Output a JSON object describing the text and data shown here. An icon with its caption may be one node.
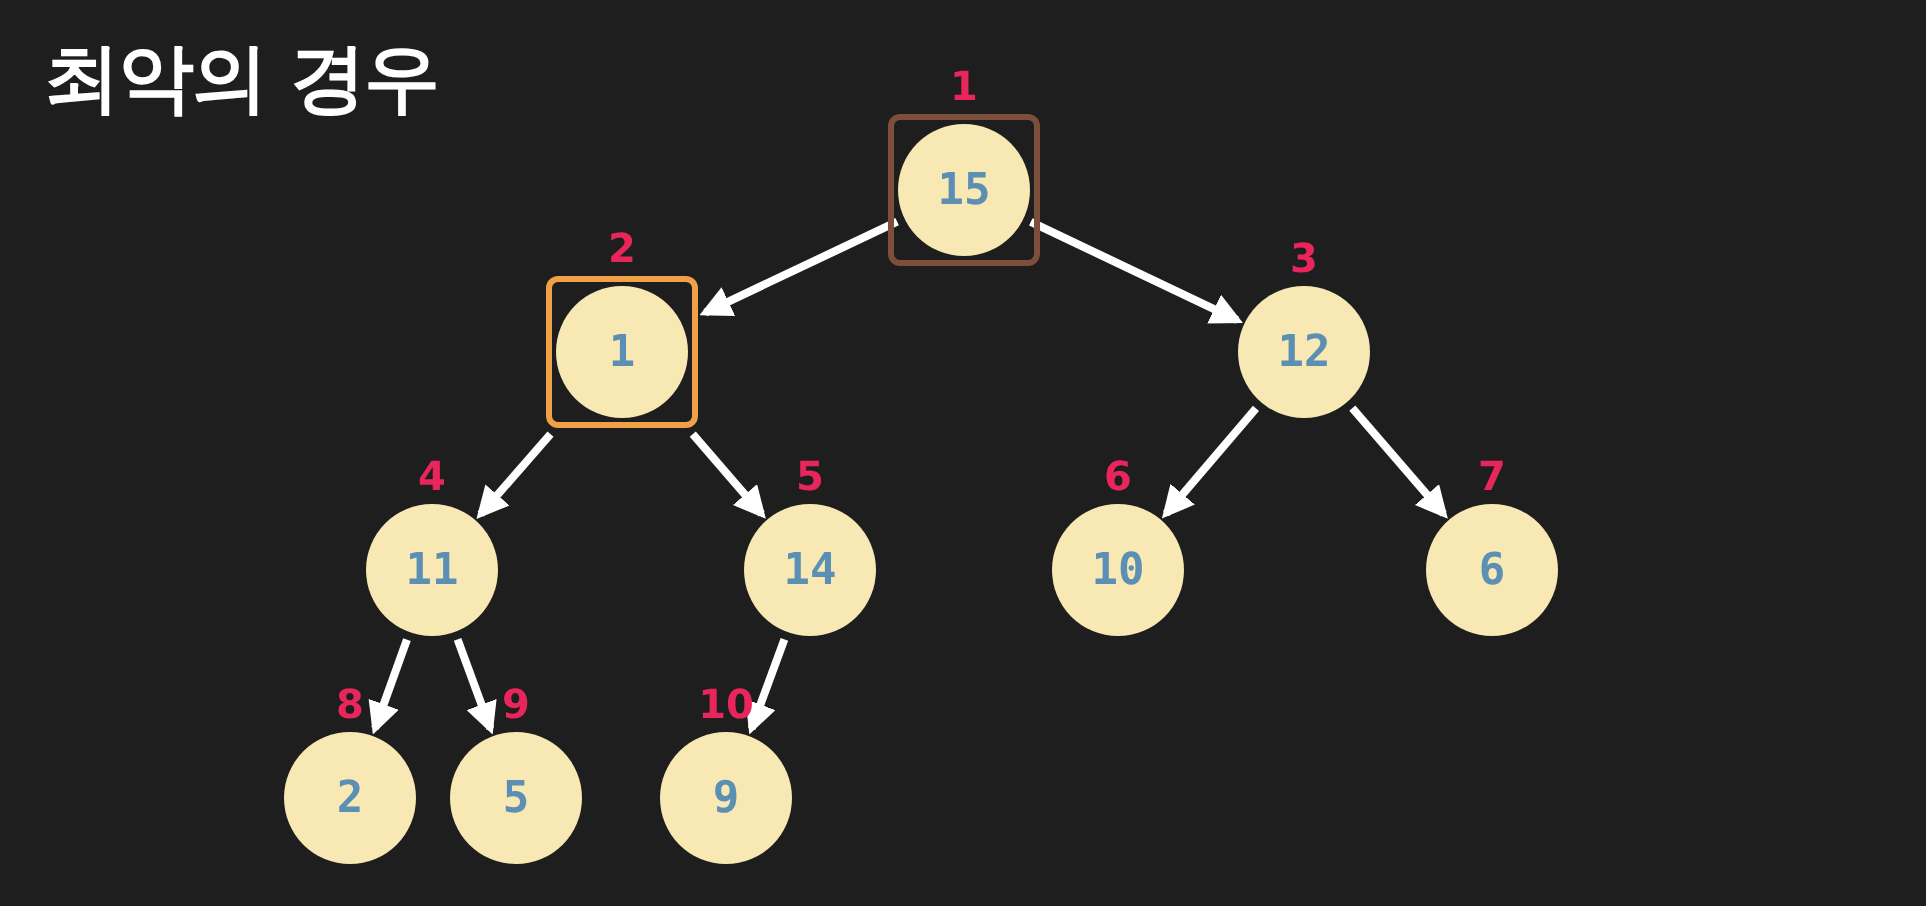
{
  "diagram": {
    "title": "최악의 경우",
    "nodes": [
      {
        "text": [],
        "shape": "box"
      },
      {
        "text": [
          "15"
        ],
        "in": 0,
        "beside": [
          "1"
        ]
      },
      {
        "text": [],
        "shape": "box"
      },
      {
        "text": [
          "1"
        ],
        "in": 2,
        "beside": [
          "2"
        ]
      },
      {
        "text": [
          "12"
        ],
        "beside": [
          "3"
        ]
      },
      {
        "text": [
          "11"
        ],
        "beside": [
          "4"
        ]
      },
      {
        "text": [
          "14"
        ],
        "beside": [
          "5"
        ]
      },
      {
        "text": [
          "10"
        ],
        "beside": [
          "6"
        ]
      },
      {
        "text": [
          "6"
        ],
        "beside": [
          "7"
        ]
      },
      {
        "text": [
          "2"
        ],
        "beside": [
          "8"
        ]
      },
      {
        "text": [
          "5"
        ],
        "beside": [
          "9"
        ]
      },
      {
        "text": [
          "9"
        ],
        "beside": [
          "10"
        ]
      }
    ],
    "edges": [
      {
        "from": 1,
        "to": 2,
        "arrow": "to"
      },
      {
        "from": 1,
        "to": 4,
        "arrow": "to"
      },
      {
        "from": 2,
        "to": 5,
        "arrow": "to"
      },
      {
        "from": 2,
        "to": 6,
        "arrow": "to"
      },
      {
        "from": 4,
        "to": 7,
        "arrow": "to"
      },
      {
        "from": 4,
        "to": 8,
        "arrow": "to"
      },
      {
        "from": 5,
        "to": 9,
        "arrow": "to"
      },
      {
        "from": 5,
        "to": 10,
        "arrow": "to"
      },
      {
        "from": 6,
        "to": 11,
        "arrow": "to"
      }
    ]
  }
}
